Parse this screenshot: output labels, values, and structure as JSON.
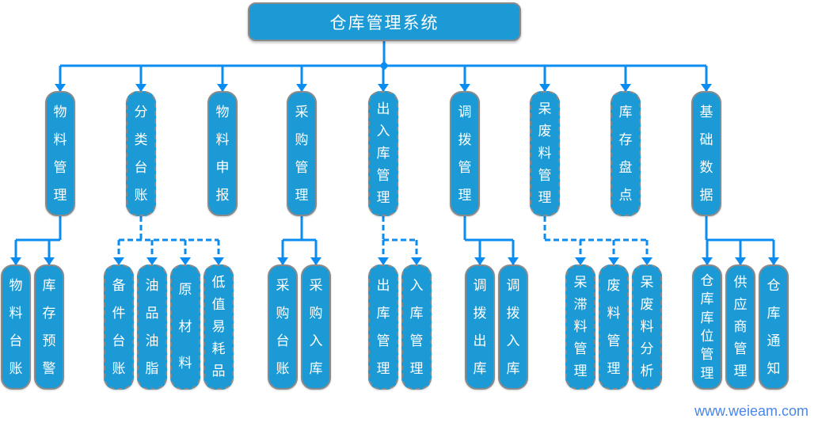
{
  "root": {
    "label": "仓库管理系统"
  },
  "branches": [
    {
      "label": "物料管理",
      "style": "solid",
      "children": [
        {
          "label": "物料台账",
          "style": "solid"
        },
        {
          "label": "库存预警",
          "style": "solid"
        }
      ]
    },
    {
      "label": "分类台账",
      "style": "dashed",
      "children": [
        {
          "label": "备件台账",
          "style": "dashed"
        },
        {
          "label": "油品油脂",
          "style": "dashed"
        },
        {
          "label": "原材料",
          "style": "dashed"
        },
        {
          "label": "低值易耗品",
          "style": "dashed"
        }
      ]
    },
    {
      "label": "物料申报",
      "style": "solid",
      "children": []
    },
    {
      "label": "采购管理",
      "style": "solid",
      "children": [
        {
          "label": "采购台账",
          "style": "solid"
        },
        {
          "label": "采购入库",
          "style": "solid"
        }
      ]
    },
    {
      "label": "出入库管理",
      "style": "dashed",
      "children": [
        {
          "label": "出库管理",
          "style": "dashed"
        },
        {
          "label": "入库管理",
          "style": "dashed"
        }
      ]
    },
    {
      "label": "调拨管理",
      "style": "solid",
      "children": [
        {
          "label": "调拨出库",
          "style": "solid"
        },
        {
          "label": "调拨入库",
          "style": "solid"
        }
      ]
    },
    {
      "label": "呆废料管理",
      "style": "dashed",
      "children": [
        {
          "label": "呆滞料管理",
          "style": "dashed"
        },
        {
          "label": "废料管理",
          "style": "dashed"
        },
        {
          "label": "呆废料分析",
          "style": "dashed"
        }
      ]
    },
    {
      "label": "库存盘点",
      "style": "dashed",
      "children": []
    },
    {
      "label": "基础数据",
      "style": "solid",
      "children": [
        {
          "label": "仓库库位管理",
          "style": "solid"
        },
        {
          "label": "供应商管理",
          "style": "solid"
        },
        {
          "label": "仓库通知",
          "style": "solid"
        }
      ]
    }
  ],
  "watermark": "www.weieam.com",
  "colors": {
    "node_fill": "#1b9ad5",
    "node_border": "#8a8a8a",
    "connector": "#0b8cf0",
    "node_text": "#ffffff",
    "watermark": "#4a86e8"
  }
}
